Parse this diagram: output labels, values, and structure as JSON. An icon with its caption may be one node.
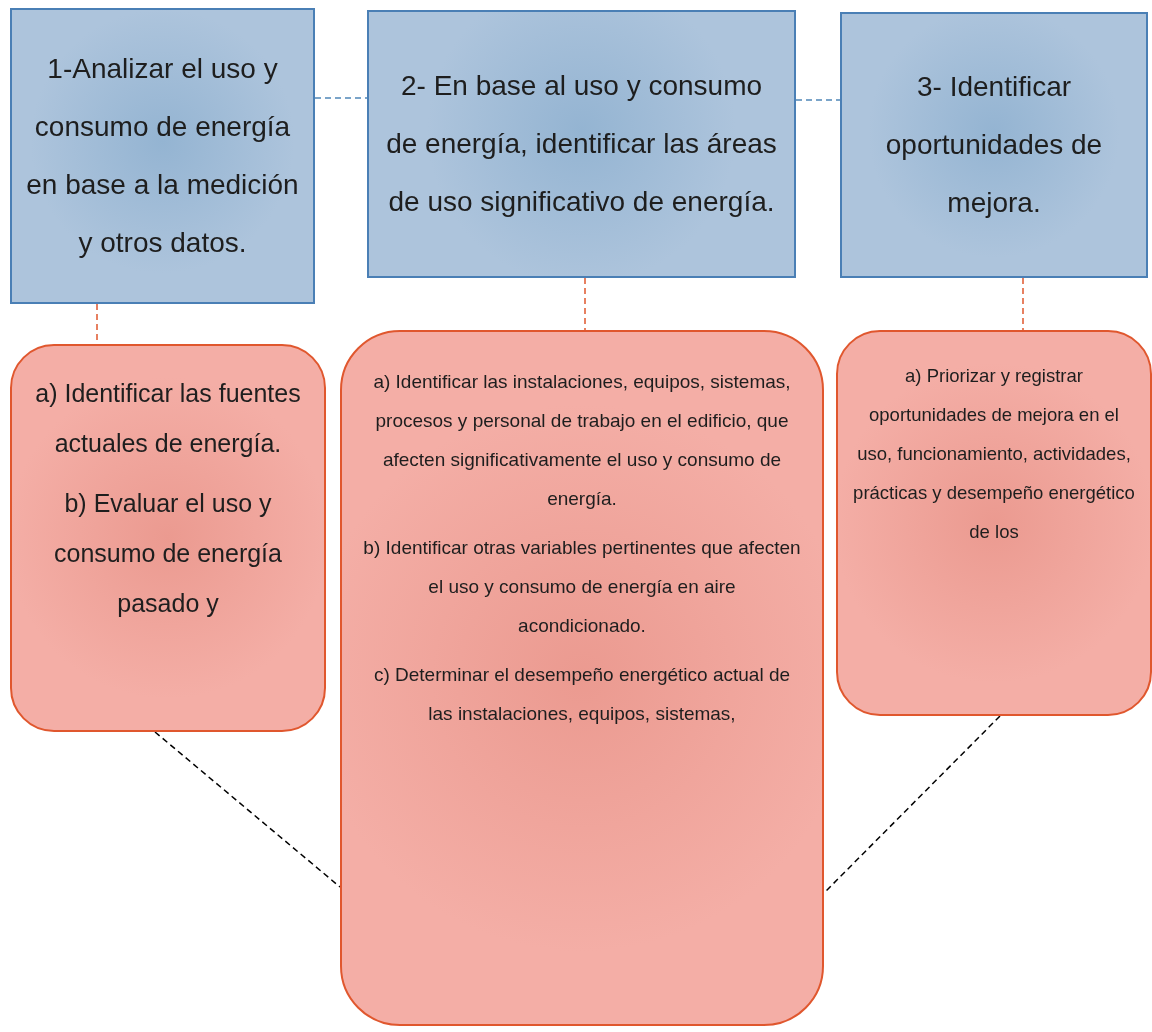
{
  "diagram": {
    "nodes": [
      {
        "text": [
          "1-Analizar el uso y consumo de energía en base a la medición y otros datos."
        ]
      },
      {
        "text": [
          "2- En base al uso y consumo de energía, identificar las áreas de uso significativo de energía."
        ]
      },
      {
        "text": [
          "3- Identificar oportunidades de mejora."
        ]
      },
      {
        "text": [
          "a) Identificar las fuentes actuales de energía.",
          "b) Evaluar el uso y consumo de energía pasado y"
        ]
      },
      {
        "text": [
          "a) Identificar las instalaciones, equipos, sistemas, procesos y personal de trabajo en el edificio, que afecten significativamente el uso y consumo de energía.",
          "b) Identificar otras variables pertinentes que afecten el uso y consumo de energía en aire acondicionado.",
          "c) Determinar el desempeño energético actual de las instalaciones, equipos, sistemas,"
        ]
      },
      {
        "text": [
          "a) Priorizar y registrar oportunidades de mejora en el uso, funcionamiento, actividades, prácticas y desempeño energético de los"
        ]
      }
    ],
    "edges": [
      {
        "from": 0,
        "to": 1,
        "arrow": "none",
        "style": "dashed",
        "color": "#4f86b8"
      },
      {
        "from": 1,
        "to": 2,
        "arrow": "none",
        "style": "dashed",
        "color": "#4f86b8"
      },
      {
        "from": 0,
        "to": 3,
        "arrow": "none",
        "style": "dashed"
      },
      {
        "from": 1,
        "to": 4,
        "arrow": "none",
        "style": "dashed"
      },
      {
        "from": 2,
        "to": 5,
        "arrow": "none",
        "style": "dashed"
      },
      {
        "from": 3,
        "to": 4,
        "arrow": "none",
        "style": "dashed",
        "color": "#000000"
      },
      {
        "from": 5,
        "to": 4,
        "arrow": "none",
        "style": "dashed",
        "color": "#000000"
      }
    ]
  }
}
